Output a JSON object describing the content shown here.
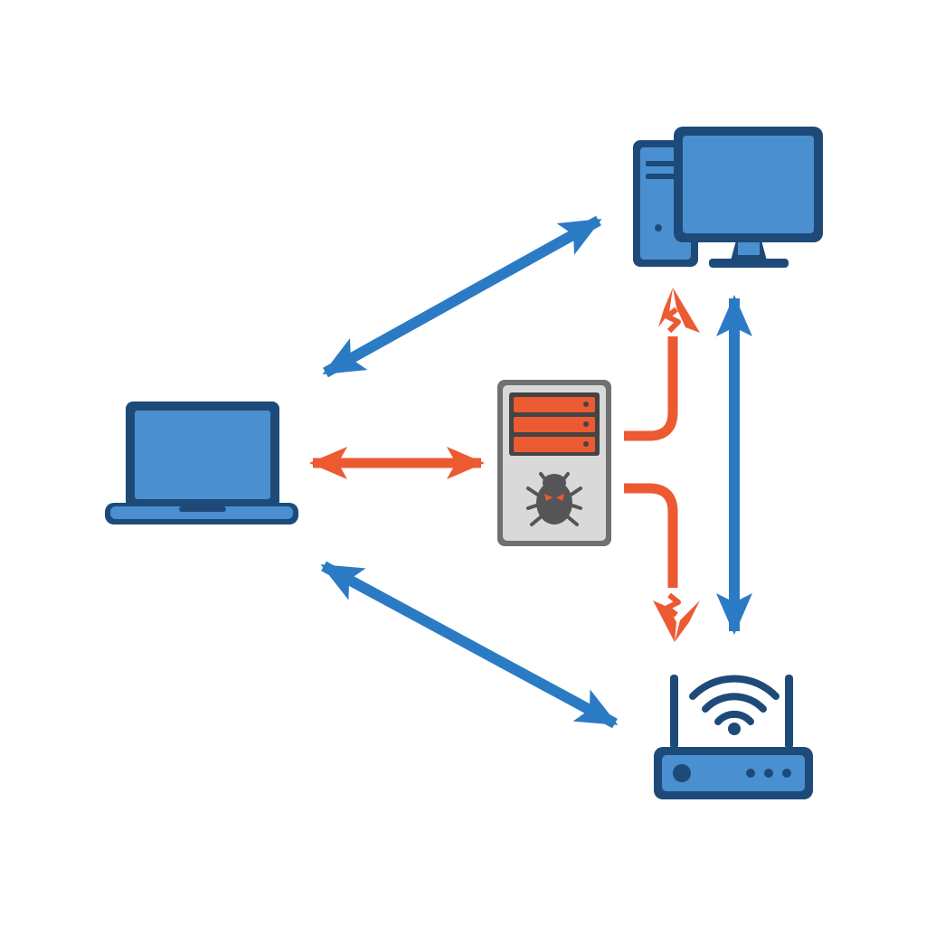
{
  "diagram": {
    "kind": "network-attack",
    "colors": {
      "background": "#ffffff",
      "device_fill": "#4a90d0",
      "device_outline": "#1e4a7a",
      "link_legit": "#2b7bc4",
      "link_attack": "#ec5a32",
      "server_body": "#d9d9d9",
      "server_outline": "#707070",
      "server_drive": "#ec5a32",
      "bug_body": "#555555",
      "bug_eyes": "#ec5a32"
    },
    "nodes": [
      {
        "id": "laptop",
        "icon": "laptop-icon",
        "role": "client"
      },
      {
        "id": "desktop",
        "icon": "desktop-computer-icon",
        "role": "host"
      },
      {
        "id": "router",
        "icon": "wifi-router-icon",
        "role": "gateway"
      },
      {
        "id": "malicious-server",
        "icon": "malware-server-icon",
        "role": "attacker"
      }
    ],
    "links": [
      {
        "from": "laptop",
        "to": "desktop",
        "style": "legit",
        "direction": "bidirectional"
      },
      {
        "from": "laptop",
        "to": "router",
        "style": "legit",
        "direction": "bidirectional"
      },
      {
        "from": "desktop",
        "to": "router",
        "style": "legit",
        "direction": "bidirectional"
      },
      {
        "from": "laptop",
        "to": "malicious-server",
        "style": "attack",
        "direction": "bidirectional"
      },
      {
        "from": "malicious-server",
        "to": "desktop",
        "style": "attack",
        "direction": "intercept",
        "broken": true
      },
      {
        "from": "malicious-server",
        "to": "router",
        "style": "attack",
        "direction": "intercept",
        "broken": true
      }
    ]
  }
}
